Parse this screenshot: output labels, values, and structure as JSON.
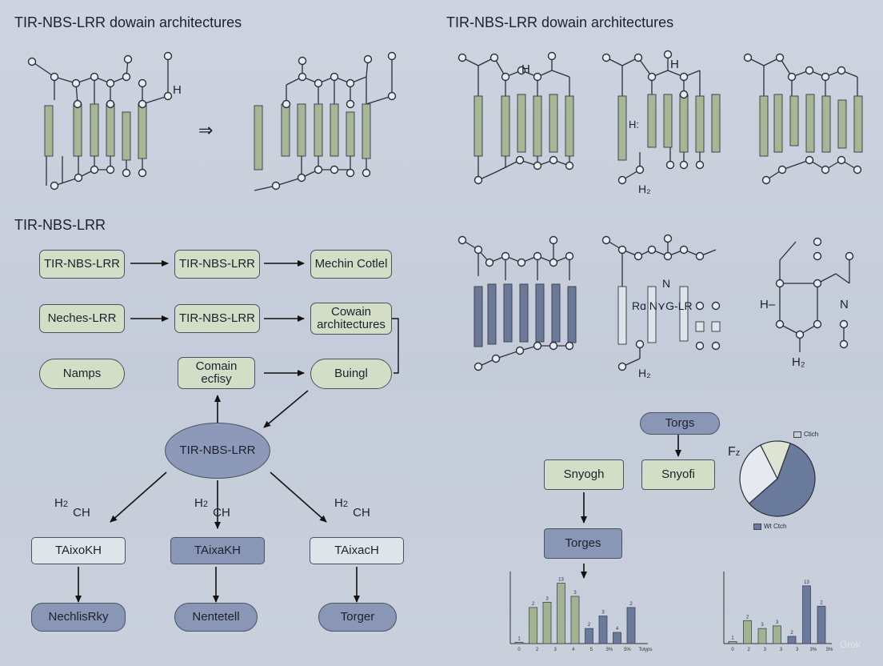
{
  "titles": {
    "left": "TIR-NBS-LRR dowain architectures",
    "right": "TIR-NBS-LRR dowain architectures",
    "section": "TIR-NBS-LRR"
  },
  "flow": {
    "row1": [
      "TIR-NBS-LRR",
      "TIR-NBS-LRR",
      "Mechin Cotlel"
    ],
    "row2": [
      "Neches-LRR",
      "TIR-NBS-LRR",
      "Cowain architectures"
    ],
    "row3": [
      "Namps",
      "Comain ecfisy",
      "Buingl"
    ],
    "center": "TIR-NBS-LRR",
    "chem_h2": "H",
    "chem_sub2": "2",
    "chem_ch": "CH",
    "bottom_mid": [
      "TAixoKH",
      "TAixaKH",
      "TAixacH"
    ],
    "bottom_final": [
      "NechlisRky",
      "Nentetell",
      "Torger"
    ]
  },
  "structures": {
    "h_label": "H",
    "h2_label": "H₂",
    "hz_label": "H₂",
    "h_colon": "H:",
    "rn_label": "Rɑ N⋎G-LR",
    "n_label": "N",
    "h_dash": "H–",
    "arrow_label": "⇒"
  },
  "right_flow": {
    "torgs": "Torgs",
    "snyogh": "Snyogh",
    "snyofi": "Snyofi",
    "torges": "Torges",
    "fz": "F",
    "fz_sub": "z"
  },
  "pie": {
    "legend_top": "Ctich",
    "legend_bottom": "Wt Ctch"
  },
  "chart_data": [
    {
      "type": "pie",
      "series": [
        {
          "values": [
            58,
            29,
            13
          ]
        }
      ],
      "colors": [
        "#6a7a9c",
        "#e6e9ef",
        "#dde5d2"
      ]
    },
    {
      "type": "bar",
      "values": [
        0.2,
        5.5,
        6.3,
        9.2,
        7.2,
        2.3,
        4.2,
        1.7,
        5.5
      ],
      "colors": [
        "#a3b291",
        "#a3b291",
        "#a3b291",
        "#a3b291",
        "#a3b291",
        "#6a7a9c",
        "#6a7a9c",
        "#6a7a9c",
        "#6a7a9c"
      ],
      "data_labels": [
        "1",
        "2",
        "3",
        "13",
        "3",
        "2",
        "3",
        "4",
        "2"
      ],
      "tick_labels": [
        "0",
        "2",
        "3",
        "4",
        "5",
        "3%",
        "5%",
        "Tolyps"
      ]
    },
    {
      "type": "bar",
      "values": [
        0.3,
        3.5,
        2.3,
        2.7,
        1.1,
        8.8,
        5.7
      ],
      "colors": [
        "#a3b291",
        "#a3b291",
        "#a3b291",
        "#a3b291",
        "#6a7a9c",
        "#6a7a9c",
        "#6a7a9c"
      ],
      "data_labels": [
        "1",
        "2",
        "3",
        "3",
        "2",
        "13",
        "2"
      ],
      "tick_labels": [
        "0",
        "2",
        "3",
        "3",
        "3",
        "3%",
        "3%"
      ]
    }
  ],
  "watermark": "Grok"
}
